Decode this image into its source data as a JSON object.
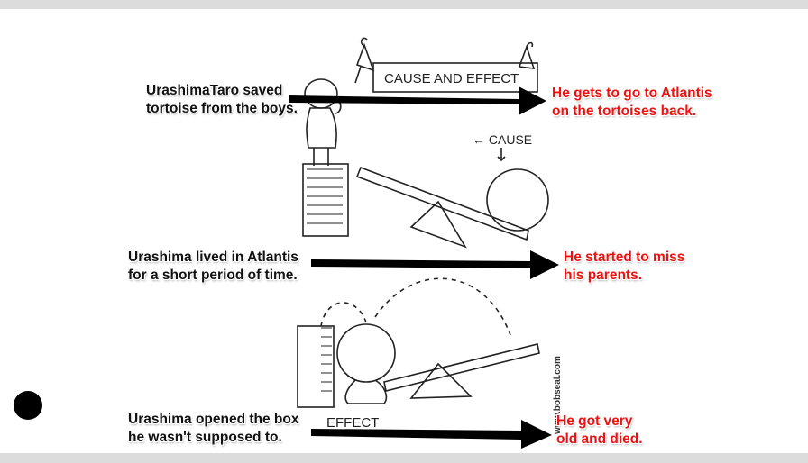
{
  "cartoon": {
    "sign": "CAUSE AND EFFECT",
    "cause_label": "← CAUSE",
    "effect_label": "EFFECT",
    "credit": "www.bobseal.com"
  },
  "rows": [
    {
      "cause": [
        "UrashimaTaro saved",
        "tortoise from the boys."
      ],
      "effect": [
        "He gets to go to Atlantis",
        "on the tortoises back."
      ]
    },
    {
      "cause": [
        "Urashima lived in Atlantis",
        "for a short period of time."
      ],
      "effect": [
        "He started to miss",
        "his parents."
      ]
    },
    {
      "cause": [
        "Urashima opened the box",
        "he wasn't supposed to."
      ],
      "effect": [
        "He got very",
        "old and died."
      ]
    }
  ],
  "colors": {
    "effect_text": "#ee1111",
    "cause_text": "#111111"
  }
}
